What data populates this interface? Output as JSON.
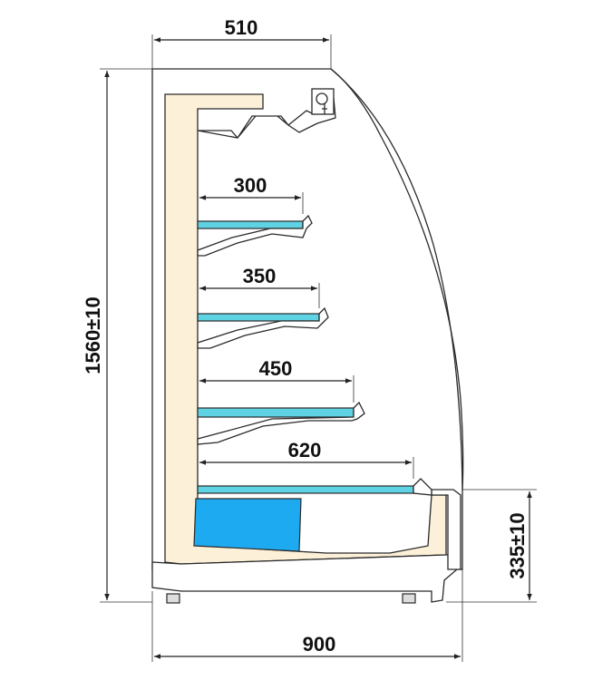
{
  "dimensions": {
    "top_width": "510",
    "height": "1560±10",
    "bottom_width": "900",
    "base_height": "335±10",
    "shelves": [
      "300",
      "350",
      "450",
      "620"
    ]
  },
  "colors": {
    "insulation": "#fdf0d8",
    "shelf_glass": "#5fd3e3",
    "container": "#1eaaf0",
    "outline": "#2a2a2a",
    "background": "#ffffff"
  }
}
